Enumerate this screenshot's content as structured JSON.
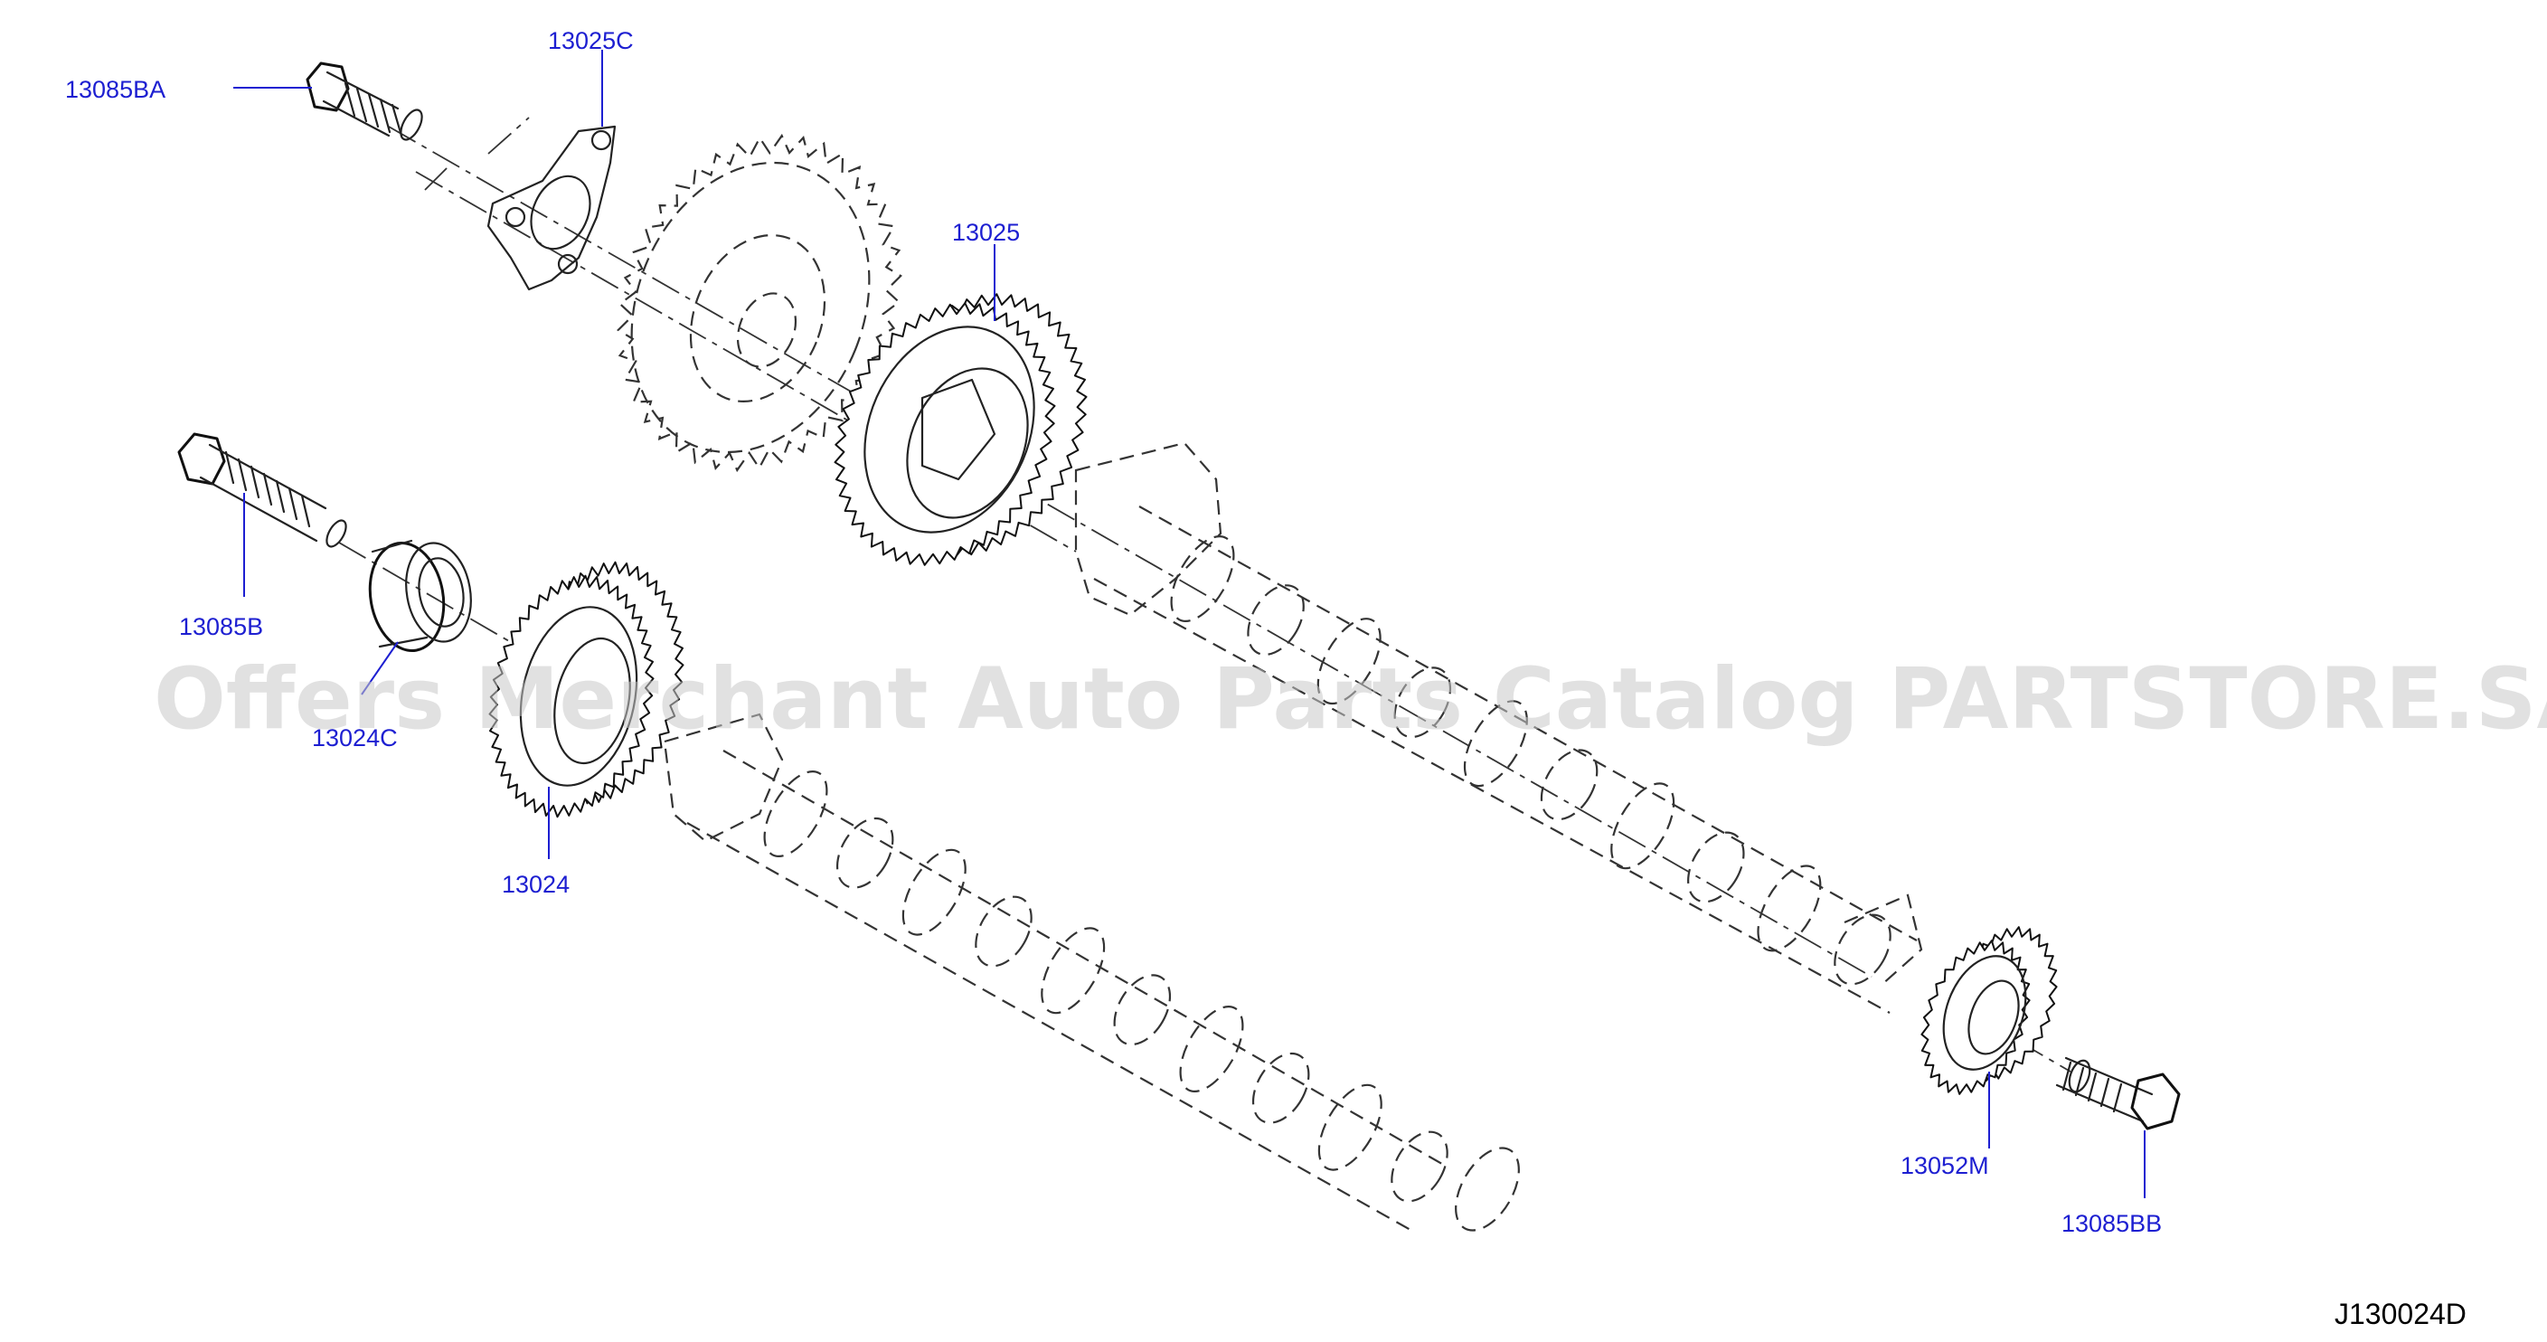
{
  "parts": [
    {
      "id": "bolt_top",
      "label": "13085BA"
    },
    {
      "id": "plate",
      "label": "13025C"
    },
    {
      "id": "sprocket_gear",
      "label": "13025"
    },
    {
      "id": "bolt_left",
      "label": "13085B"
    },
    {
      "id": "washer",
      "label": "13024C"
    },
    {
      "id": "gear_lower",
      "label": "13024"
    },
    {
      "id": "small_gear",
      "label": "13052M"
    },
    {
      "id": "bolt_right",
      "label": "13085BB"
    }
  ],
  "watermark": "Offers Merchant Auto Parts Catalog PARTSTORE.SA",
  "diagram_code": "J130024D",
  "colors": {
    "label": "#1d1fd1",
    "ink": "#222222",
    "watermark": "#c9c9c9"
  }
}
